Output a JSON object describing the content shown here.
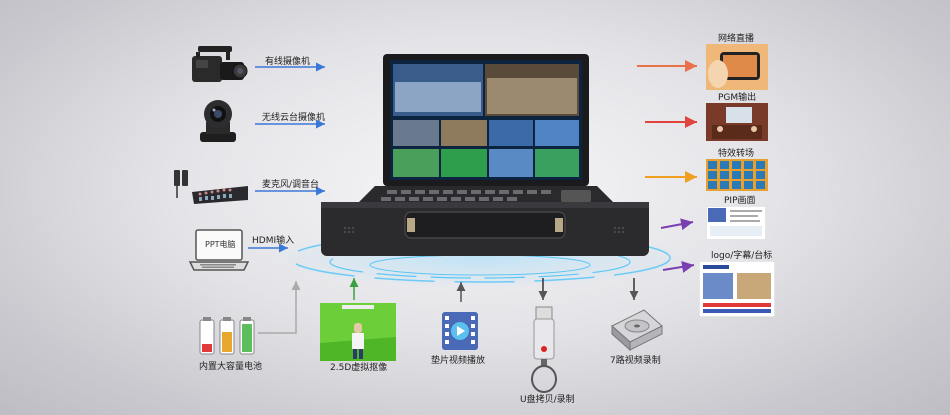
{
  "inputs": {
    "wired_camera": "有线摄像机",
    "ptz_camera": "无线云台摄像机",
    "mic_mixer": "麦克风/调音台",
    "hdmi_in": "HDMI输入",
    "ppt_screen": "PPT电脑",
    "battery": "内置大容量电池",
    "virtual": "2.5D虚拟抠像",
    "video_play": "垫片视频播放",
    "usb_copy": "U盘拷贝/录制",
    "hdd_record": "7路视频录制"
  },
  "outputs": {
    "live": "网络直播",
    "pgm": "PGM输出",
    "transition": "特效转场",
    "pip": "PIP画面",
    "logo": "logo/字幕/台标"
  },
  "colors": {
    "input_arrow": "#3a78d8",
    "live_arrow": "#e8724a",
    "pgm_arrow": "#e0443c",
    "transition_arrow": "#f0a020",
    "pip_arrow": "#7a3fb0",
    "bottom_arrow": "#555555",
    "virtual_arrow": "#3aa040",
    "battery_line": "#aaaaaa"
  },
  "icons": [
    "camcorder-icon",
    "ptz-camera-icon",
    "mixer-icon",
    "laptop-icon",
    "battery-icon",
    "green-screen-icon",
    "video-file-icon",
    "usb-drive-icon",
    "hard-drive-icon",
    "device-icon"
  ]
}
